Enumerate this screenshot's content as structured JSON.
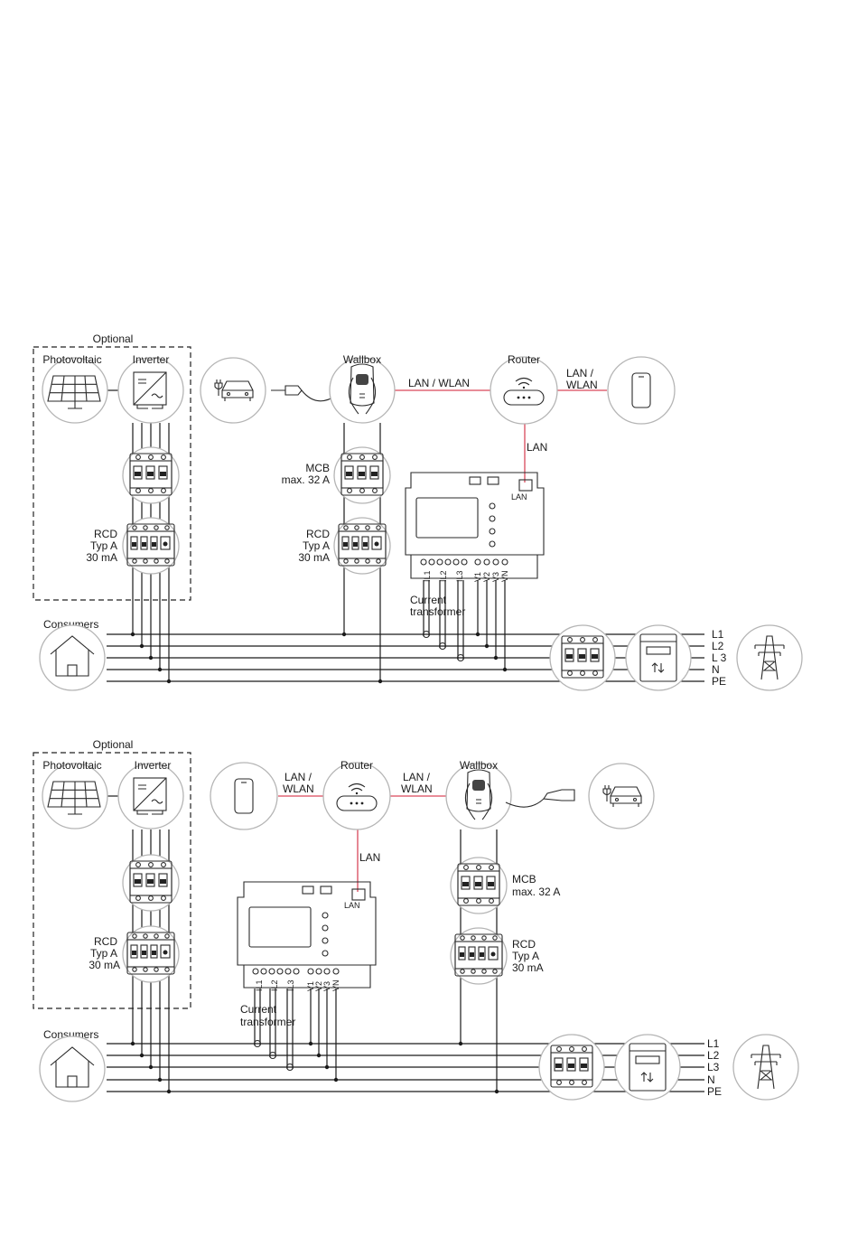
{
  "diagram1": {
    "optional": "Optional",
    "photovoltaic": "Photovoltaic",
    "inverter": "Inverter",
    "wallbox": "Wallbox",
    "router": "Router",
    "lan_wlan_a_1": "LAN / WLAN",
    "lan_wlan_b_1": "LAN /",
    "lan_wlan_b_2": "WLAN",
    "lan_router": "LAN",
    "lan_meter": "LAN",
    "mcb_1": "MCB",
    "mcb_2": "max. 32 A",
    "rcd_left_1": "RCD",
    "rcd_left_2": "Typ A",
    "rcd_left_3": "30 mA",
    "rcd_mid_1": "RCD",
    "rcd_mid_2": "Typ A",
    "rcd_mid_3": "30 mA",
    "ct_1": "Current",
    "ct_2": "transformer",
    "consumers": "Consumers",
    "terminals": [
      "IL1",
      "IL2",
      "IL3",
      "V1",
      "V2",
      "V3",
      "VN"
    ],
    "buses": [
      "L1",
      "L2",
      "L 3",
      "N",
      "PE"
    ]
  },
  "diagram2": {
    "optional": "Optional",
    "photovoltaic": "Photovoltaic",
    "inverter": "Inverter",
    "router": "Router",
    "wallbox": "Wallbox",
    "lan_wlan_a_1": "LAN /",
    "lan_wlan_a_2": "WLAN",
    "lan_wlan_b_1": "LAN /",
    "lan_wlan_b_2": "WLAN",
    "lan_router": "LAN",
    "lan_meter": "LAN",
    "mcb_1": "MCB",
    "mcb_2": "max. 32 A",
    "rcd_left_1": "RCD",
    "rcd_left_2": "Typ A",
    "rcd_left_3": "30 mA",
    "rcd_right_1": "RCD",
    "rcd_right_2": "Typ A",
    "rcd_right_3": "30 mA",
    "ct_1": "Current",
    "ct_2": "transformer",
    "consumers": "Consumers",
    "terminals": [
      "IL1",
      "IL2",
      "IL3",
      "V1",
      "V2",
      "V3",
      "VN"
    ],
    "buses": [
      "L1",
      "L2",
      "L3",
      "N",
      "PE"
    ]
  },
  "colors": {
    "lan_line": "#d9475a",
    "circle_border": "#b5b5b5",
    "wire": "#1a1a1a"
  }
}
